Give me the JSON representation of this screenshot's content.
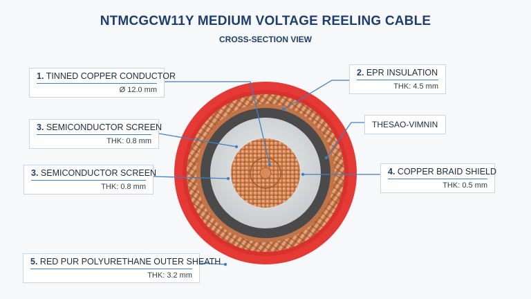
{
  "header": {
    "title": "NTMCGCW11Y MEDIUM VOLTAGE REELING CABLE",
    "subtitle": "CROSS-SECTION VIEW"
  },
  "colors": {
    "outer_sheath": "#e53935",
    "copper": "#c8764a",
    "insulation": "#4a4a4a",
    "semiconductor": "#d8dadc",
    "callout_line": "#3f7fc4"
  },
  "labels": {
    "conductor": {
      "num": "1.",
      "name": "TINNED COPPER CONDUCTOR",
      "value": "Ø 12.0 mm"
    },
    "insulation": {
      "num": "2.",
      "name": "EPR INSULATION",
      "value": "THK: 4.5 mm"
    },
    "screen_upper": {
      "num": "3.",
      "name": "SEMICONDUCTOR SCREEN",
      "value": "THK: 0.8 mm"
    },
    "garbled": {
      "name": "THESAO-VIMNIN"
    },
    "screen_lower": {
      "num": "3.",
      "name": "SEMICONDUCTOR SCREEN",
      "value": "THK: 0.8 mm"
    },
    "braid": {
      "num": "4.",
      "name": "COPPER BRAID SHIELD",
      "value": "THK: 0.5 mm"
    },
    "sheath": {
      "num": "5.",
      "name": "RED PUR POLYURETHANE OUTER SHEATH",
      "value": "THK: 3.2 mm"
    }
  }
}
